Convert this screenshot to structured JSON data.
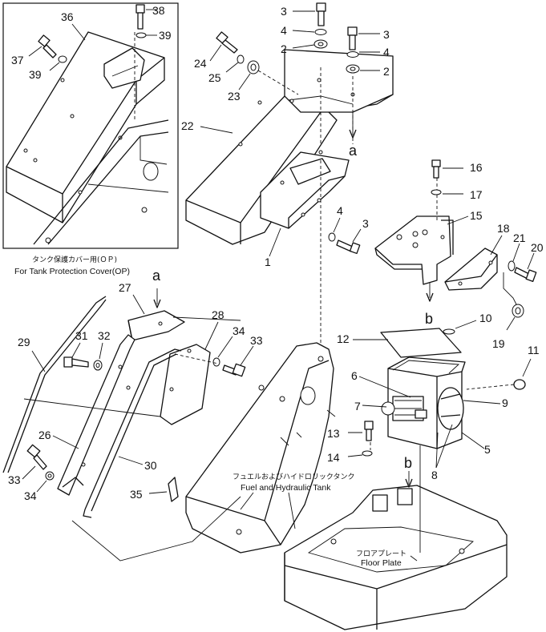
{
  "inset": {
    "caption_jp": "タンク保護カバー用(ＯＰ)",
    "caption_en": "For Tank Protection Cover(OP)",
    "parts": [
      "36",
      "38",
      "39",
      "37",
      "39"
    ]
  },
  "callouts": {
    "fuel_tank_jp": "フュエルおよびハイドロリックタンク",
    "fuel_tank_en": "Fuel and Hydraulic Tank",
    "floor_plate_jp": "フロアプレート",
    "floor_plate_en": "Floor Plate"
  },
  "refs": {
    "a": "a",
    "b": "b"
  },
  "part_numbers": [
    "3",
    "4",
    "2",
    "3",
    "4",
    "2",
    "24",
    "25",
    "23",
    "22",
    "1",
    "4",
    "3",
    "16",
    "17",
    "15",
    "18",
    "21",
    "20",
    "19",
    "27",
    "28",
    "34",
    "33",
    "31",
    "32",
    "29",
    "26",
    "30",
    "33",
    "34",
    "35",
    "12",
    "10",
    "11",
    "6",
    "7",
    "9",
    "13",
    "14",
    "5",
    "8"
  ]
}
